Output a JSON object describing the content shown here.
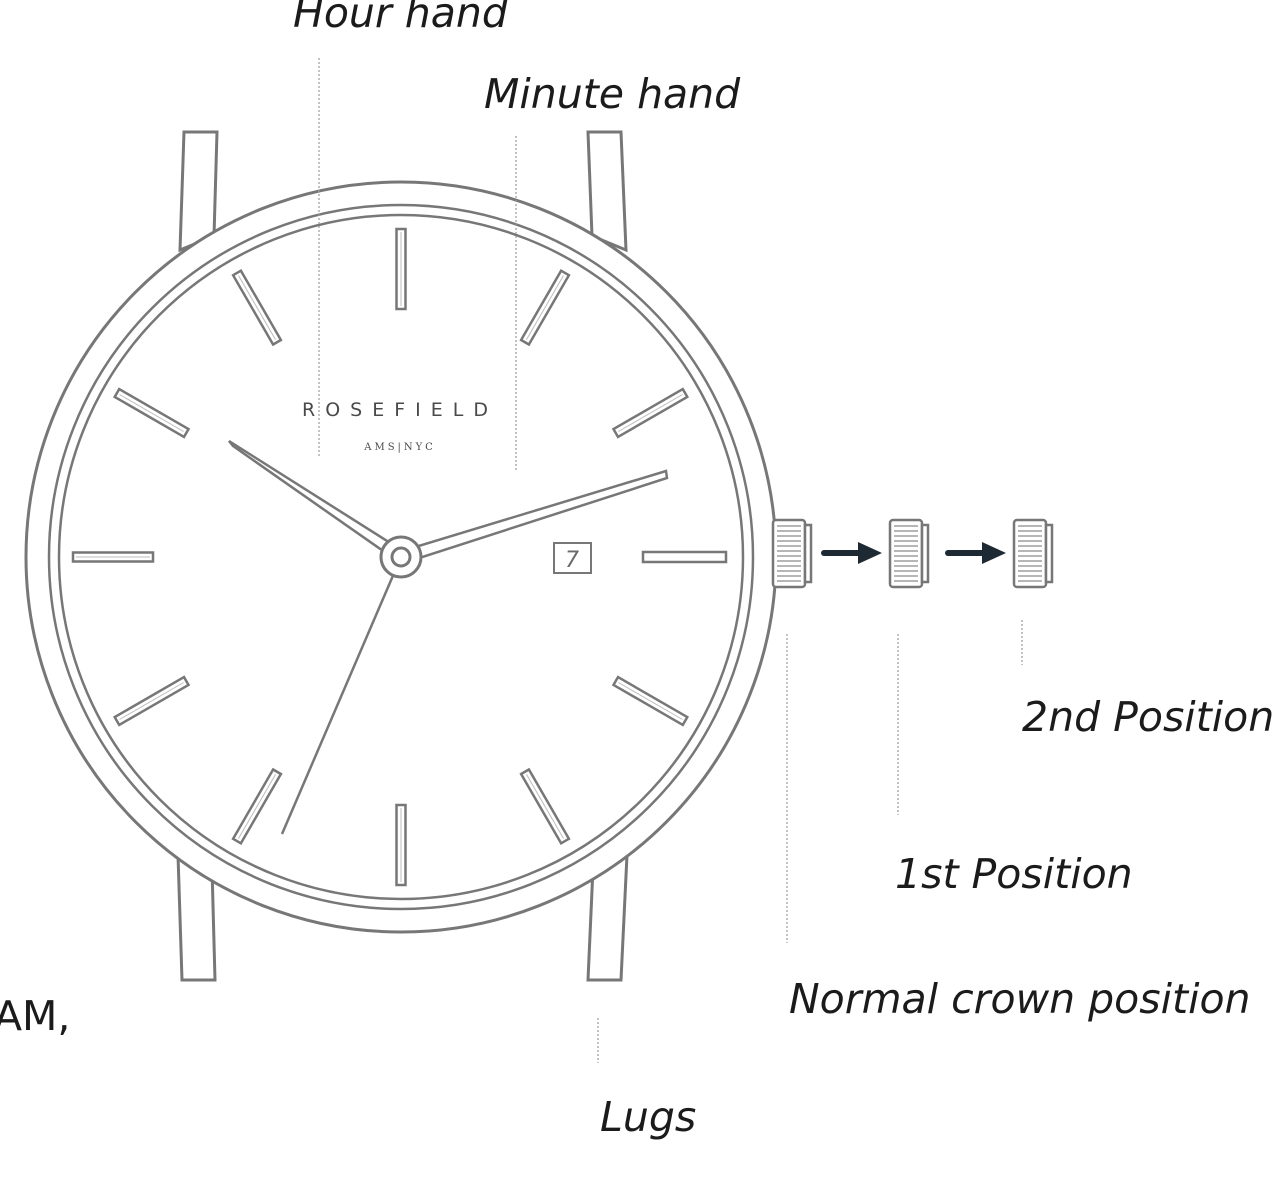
{
  "labels": {
    "hour_hand": "Hour hand",
    "minute_hand": "Minute hand",
    "second_position": "2nd Position",
    "first_position": "1st Position",
    "normal_crown_position": "Normal crown position",
    "lugs": "Lugs",
    "partial_text": "AM,"
  },
  "dial": {
    "brand": "ROSEFIELD",
    "sub_brand": "AMS|NYC",
    "date": "7"
  },
  "colors": {
    "line": "#777777",
    "arrow": "#1e2a33",
    "text": "#1b1b1b"
  }
}
